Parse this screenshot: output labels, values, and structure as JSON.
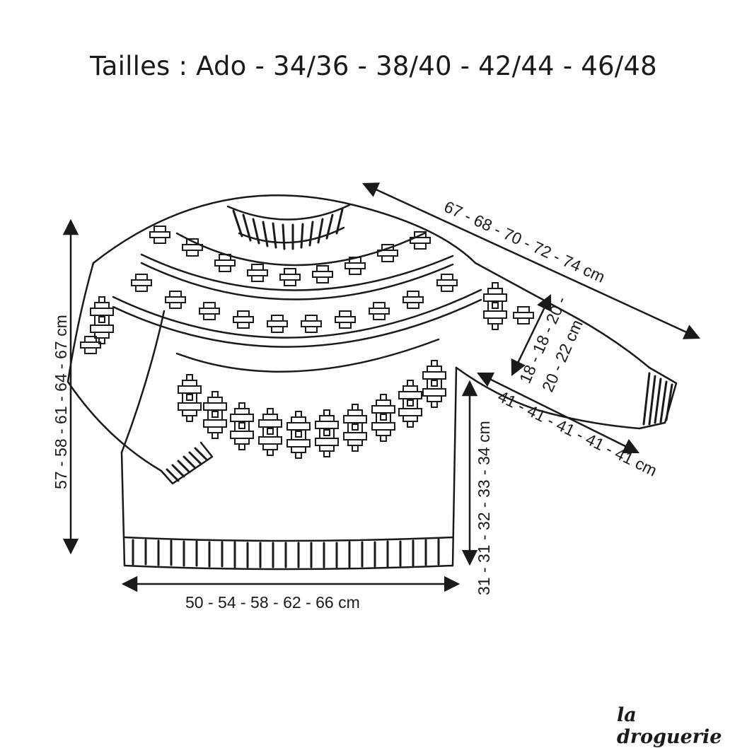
{
  "title": "Tailles : Ado - 34/36 - 38/40 - 42/44 - 46/48",
  "measurements": {
    "sleeve_length": "67 - 68 - 70 - 72 - 74 cm",
    "armhole_depth_line1": "18 - 18 - 20 -",
    "armhole_depth_line2": "20 - 22 cm",
    "underarm_sleeve": "41 - 41 - 41 - 41 - 41 cm",
    "total_length": "57 - 58 - 61 - 64 - 67 cm",
    "body_length_to_armhole": "31 - 31 - 32 - 33 - 34 cm",
    "body_width": "50 - 54 - 58 - 62 - 66 cm"
  },
  "brand": "la droguerie",
  "colors": {
    "ink": "#1a1a1a",
    "background": "#ffffff"
  }
}
